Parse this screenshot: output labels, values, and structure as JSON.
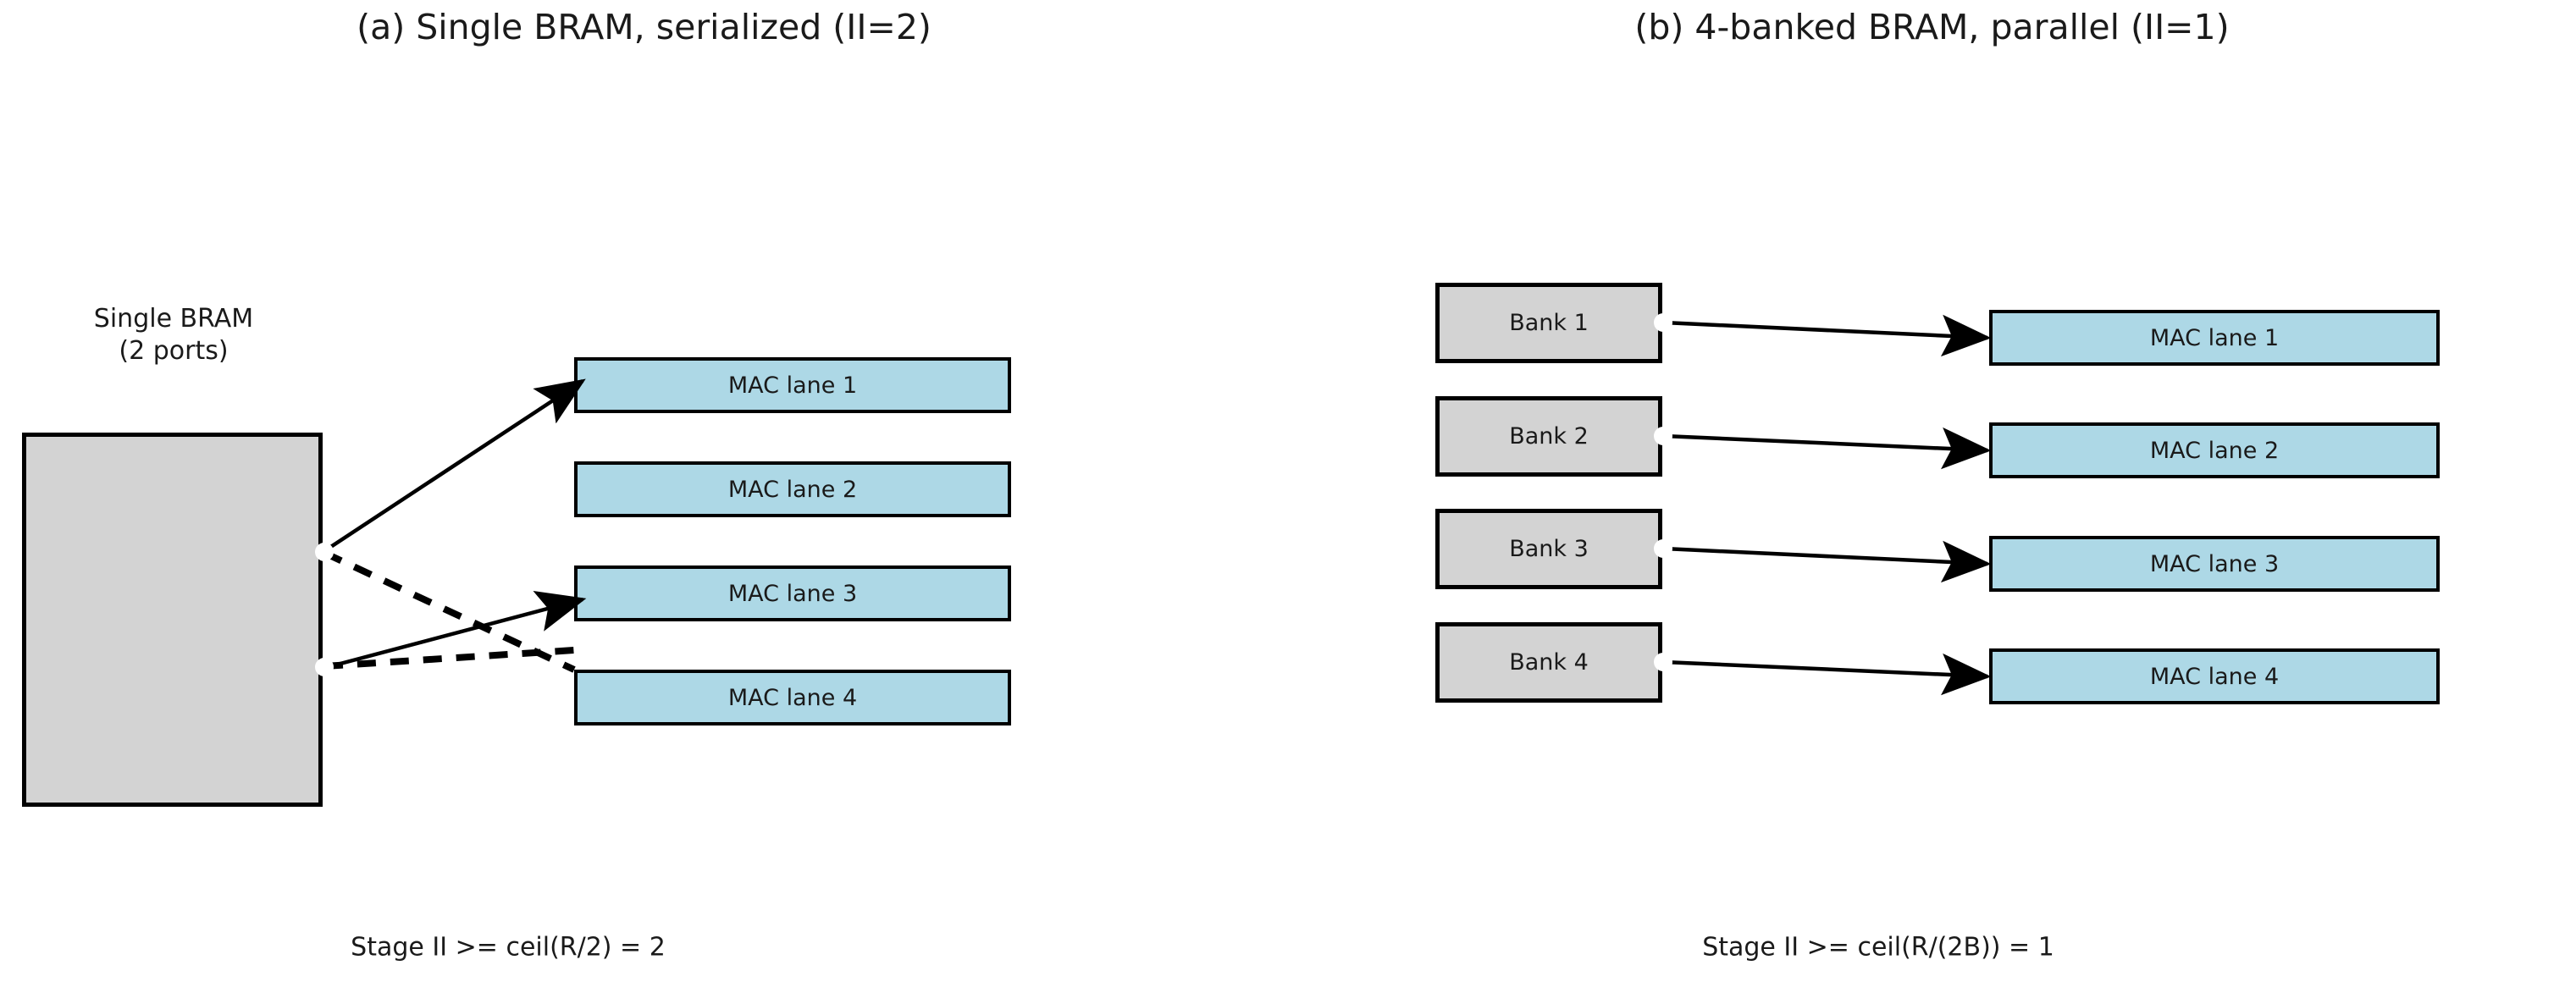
{
  "figure": {
    "background_color": "#ffffff",
    "box_fill_memory": "#d3d3d3",
    "box_fill_lane": "#add8e6",
    "edge_color": "#000000",
    "text_color": "#1a1a1a"
  },
  "panel_a": {
    "title": "(a) Single BRAM, serialized (II=2)",
    "memory": {
      "label_line1": "Single BRAM",
      "label_line2": "(2 ports)",
      "ports": [
        "port-a",
        "port-b"
      ]
    },
    "lanes": [
      {
        "label": "MAC lane 1"
      },
      {
        "label": "MAC lane 2"
      },
      {
        "label": "MAC lane 3"
      },
      {
        "label": "MAC lane 4"
      }
    ],
    "connections": [
      {
        "from": "port-a",
        "to": "MAC lane 1",
        "style": "solid",
        "arrow": true
      },
      {
        "from": "port-a",
        "to": "MAC lane 4",
        "style": "dashed",
        "arrow": false
      },
      {
        "from": "port-b",
        "to": "MAC lane 3",
        "style": "solid",
        "arrow": true
      },
      {
        "from": "port-b",
        "to": "MAC lane 3",
        "style": "dashed",
        "arrow": false
      }
    ],
    "caption": "Stage II >= ceil(R/2) = 2"
  },
  "panel_b": {
    "title": "(b) 4-banked BRAM, parallel (II=1)",
    "banks": [
      {
        "label": "Bank 1"
      },
      {
        "label": "Bank 2"
      },
      {
        "label": "Bank 3"
      },
      {
        "label": "Bank 4"
      }
    ],
    "lanes": [
      {
        "label": "MAC lane 1"
      },
      {
        "label": "MAC lane 2"
      },
      {
        "label": "MAC lane 3"
      },
      {
        "label": "MAC lane 4"
      }
    ],
    "connections": [
      {
        "from": "Bank 1",
        "to": "MAC lane 1",
        "style": "solid",
        "arrow": true
      },
      {
        "from": "Bank 2",
        "to": "MAC lane 2",
        "style": "solid",
        "arrow": true
      },
      {
        "from": "Bank 3",
        "to": "MAC lane 3",
        "style": "solid",
        "arrow": true
      },
      {
        "from": "Bank 4",
        "to": "MAC lane 4",
        "style": "solid",
        "arrow": true
      }
    ],
    "caption": "Stage II >= ceil(R/(2B)) = 1"
  }
}
